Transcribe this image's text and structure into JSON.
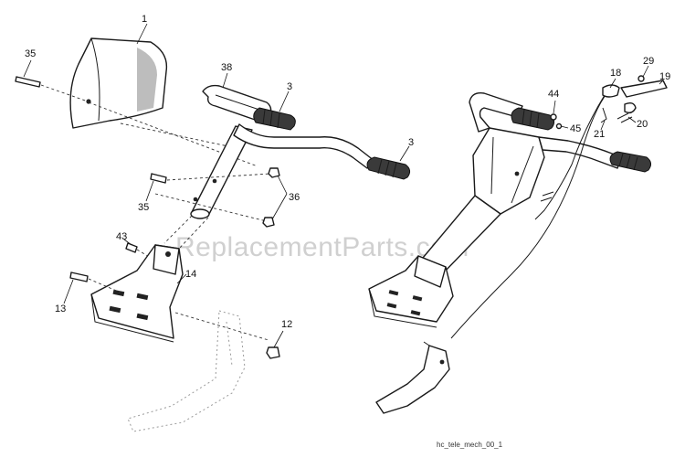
{
  "watermark": "ReplacementParts.com",
  "drawing_code": "hc_tele_mech_00_1",
  "callouts": [
    {
      "id": "c1",
      "text": "1"
    },
    {
      "id": "c35a",
      "text": "35"
    },
    {
      "id": "c38",
      "text": "38"
    },
    {
      "id": "c3a",
      "text": "3"
    },
    {
      "id": "c3b",
      "text": "3"
    },
    {
      "id": "c35b",
      "text": "35"
    },
    {
      "id": "c36",
      "text": "36"
    },
    {
      "id": "c43",
      "text": "43"
    },
    {
      "id": "c14",
      "text": "14"
    },
    {
      "id": "c13",
      "text": "13"
    },
    {
      "id": "c12",
      "text": "12"
    },
    {
      "id": "c44",
      "text": "44"
    },
    {
      "id": "c45",
      "text": "45"
    },
    {
      "id": "c18",
      "text": "18"
    },
    {
      "id": "c29",
      "text": "29"
    },
    {
      "id": "c19",
      "text": "19"
    },
    {
      "id": "c21",
      "text": "21"
    },
    {
      "id": "c20",
      "text": "20"
    }
  ]
}
